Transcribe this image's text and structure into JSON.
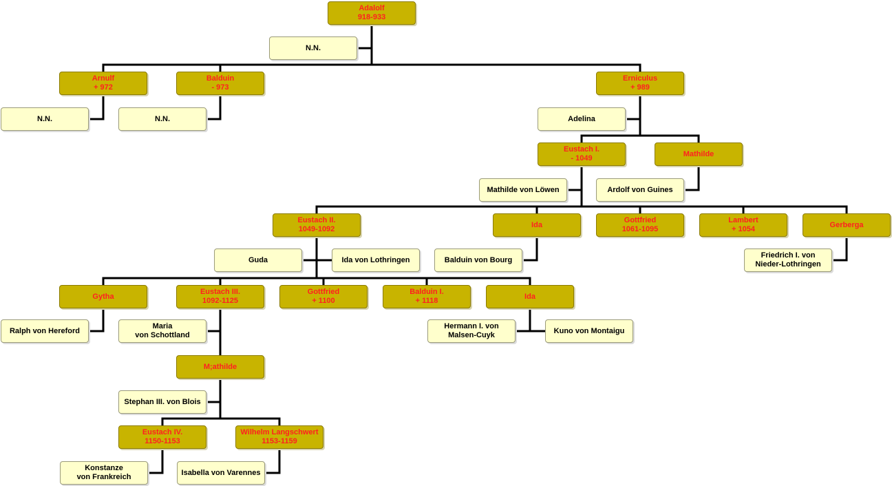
{
  "chart_data": {
    "type": "family_tree",
    "nodes": [
      {
        "id": "adalolf",
        "kind": "member",
        "lines": [
          "Adalolf",
          "918-933"
        ]
      },
      {
        "id": "nn1",
        "kind": "spouse",
        "lines": [
          "N.N."
        ]
      },
      {
        "id": "arnulf",
        "kind": "member",
        "lines": [
          "Arnulf",
          "+ 972"
        ]
      },
      {
        "id": "nn2",
        "kind": "spouse",
        "lines": [
          "N.N."
        ]
      },
      {
        "id": "balduin1",
        "kind": "member",
        "lines": [
          "Balduin",
          "- 973"
        ]
      },
      {
        "id": "nn3",
        "kind": "spouse",
        "lines": [
          "N.N."
        ]
      },
      {
        "id": "erniculus",
        "kind": "member",
        "lines": [
          "Erniculus",
          "+ 989"
        ]
      },
      {
        "id": "adelina",
        "kind": "spouse",
        "lines": [
          "Adelina"
        ]
      },
      {
        "id": "eustach1",
        "kind": "member",
        "lines": [
          "Eustach I.",
          "- 1049"
        ]
      },
      {
        "id": "mathilde1",
        "kind": "member",
        "lines": [
          "Mathilde"
        ]
      },
      {
        "id": "mathilde_loewen",
        "kind": "spouse",
        "lines": [
          "Mathilde von Löwen"
        ]
      },
      {
        "id": "ardolf",
        "kind": "spouse",
        "lines": [
          "Ardolf von Guines"
        ]
      },
      {
        "id": "eustach2",
        "kind": "member",
        "lines": [
          "Eustach II.",
          "1049-1092"
        ]
      },
      {
        "id": "ida1",
        "kind": "member",
        "lines": [
          "Ida"
        ]
      },
      {
        "id": "gottfried1",
        "kind": "member",
        "lines": [
          "Gottfried",
          "1061-1095"
        ]
      },
      {
        "id": "lambert",
        "kind": "member",
        "lines": [
          "Lambert",
          "+ 1054"
        ]
      },
      {
        "id": "gerberga",
        "kind": "member",
        "lines": [
          "Gerberga"
        ]
      },
      {
        "id": "guda",
        "kind": "spouse",
        "lines": [
          "Guda"
        ]
      },
      {
        "id": "ida_lothringen",
        "kind": "spouse",
        "lines": [
          "Ida von Lothringen"
        ]
      },
      {
        "id": "balduin_bourg",
        "kind": "spouse",
        "lines": [
          "Balduin von Bourg"
        ]
      },
      {
        "id": "friedrich",
        "kind": "spouse",
        "lines": [
          "Friedrich I. von",
          "Nieder-Lothringen"
        ]
      },
      {
        "id": "gytha",
        "kind": "member",
        "lines": [
          "Gytha"
        ]
      },
      {
        "id": "eustach3",
        "kind": "member",
        "lines": [
          "Eustach III.",
          "1092-1125"
        ]
      },
      {
        "id": "gottfried2",
        "kind": "member",
        "lines": [
          "Gottfried",
          "+ 1100"
        ]
      },
      {
        "id": "balduin2",
        "kind": "member",
        "lines": [
          "Balduin I.",
          "+ 1118"
        ]
      },
      {
        "id": "ida2",
        "kind": "member",
        "lines": [
          "Ida"
        ]
      },
      {
        "id": "ralph",
        "kind": "spouse",
        "lines": [
          "Ralph von Hereford"
        ]
      },
      {
        "id": "maria",
        "kind": "spouse",
        "lines": [
          "Maria",
          "von Schottland"
        ]
      },
      {
        "id": "hermann",
        "kind": "spouse",
        "lines": [
          "Hermann I. von",
          "Malsen-Cuyk"
        ]
      },
      {
        "id": "kuno",
        "kind": "spouse",
        "lines": [
          "Kuno von Montaigu"
        ]
      },
      {
        "id": "mathilde2",
        "kind": "member",
        "lines": [
          "M;athilde"
        ]
      },
      {
        "id": "stephan",
        "kind": "spouse",
        "lines": [
          "Stephan III. von Blois"
        ]
      },
      {
        "id": "eustach4",
        "kind": "member",
        "lines": [
          "Eustach IV.",
          "1150-1153"
        ]
      },
      {
        "id": "wilhelm",
        "kind": "member",
        "lines": [
          "Wilhelm Langschwert",
          "1153-1159"
        ]
      },
      {
        "id": "konstanze",
        "kind": "spouse",
        "lines": [
          "Konstanze",
          "von Frankreich"
        ]
      },
      {
        "id": "isabella",
        "kind": "spouse",
        "lines": [
          "Isabella von Varennes"
        ]
      }
    ]
  }
}
